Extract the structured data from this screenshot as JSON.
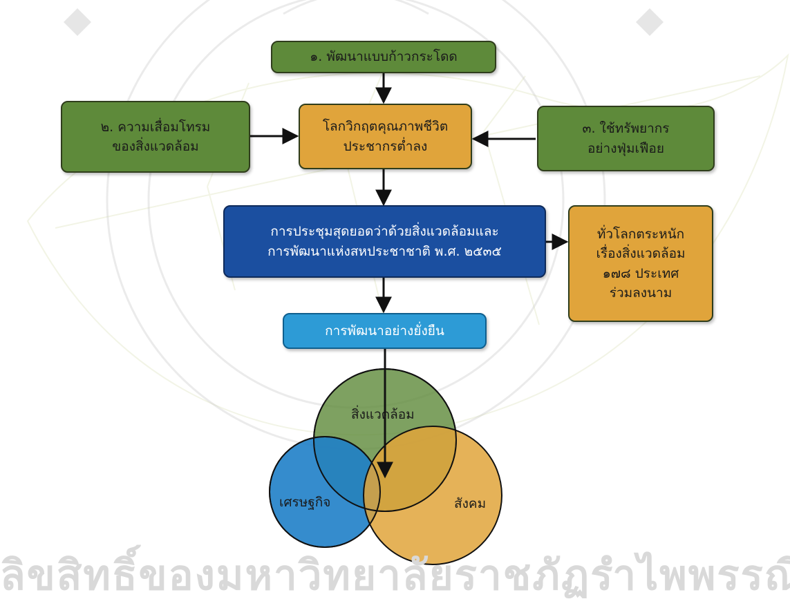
{
  "boxes": {
    "leapfrog_development": "๑. พัฒนาแบบก้าวกระโดด",
    "environmental_degradation": [
      "๒. ความเสื่อมโทรม",
      "ของสิ่งแวดล้อม"
    ],
    "world_crisis": [
      "โลกวิกฤตคุณภาพชีวิต",
      "ประชากรต่ำลง"
    ],
    "wasteful_resources": [
      "๓. ใช้ทรัพยากร",
      "อย่างฟุ่มเฟือย"
    ],
    "un_summit": [
      "การประชุมสุดยอดว่าด้วยสิ่งแวดล้อมและ",
      "การพัฒนาแห่งสหประชาชาติ พ.ศ. ๒๕๓๕"
    ],
    "global_awareness": [
      "ทั่วโลกตระหนัก",
      "เรื่องสิ่งแวดล้อม",
      "๑๗๘ ประเทศ",
      "ร่วมลงนาม"
    ],
    "sustainable_development": "การพัฒนาอย่างยั่งยืน"
  },
  "venn": {
    "environment": "สิ่งแวดล้อม",
    "economy": "เศรษฐกิจ",
    "society": "สังคม"
  },
  "watermark": "ลิขสิทธิ์ของมหาวิทยาลัยราชภัฏรำไพพรรณี",
  "colors": {
    "green": "#5e8a3a",
    "orange": "#e0a43b",
    "navy": "#1b4fa0",
    "sky": "#2d9bd6",
    "venn_environment": "#5e8a3a",
    "venn_economy": "#1f7fc8",
    "venn_society": "#e0a43b"
  }
}
